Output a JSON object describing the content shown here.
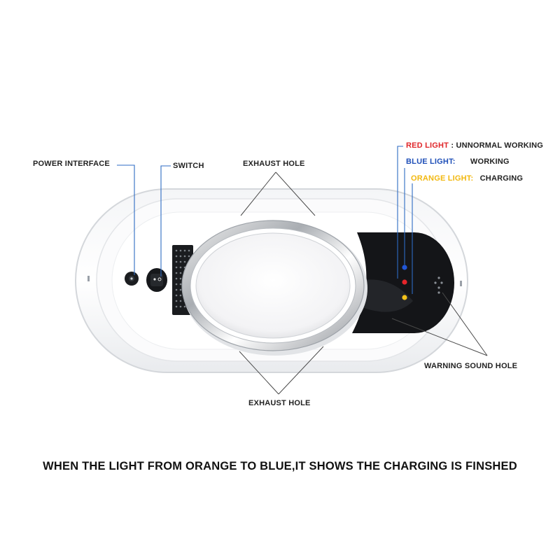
{
  "labels": {
    "power_interface": "POWER INTERFACE",
    "switch": "SWITCH",
    "exhaust_hole_top": "EXHAUST HOLE",
    "exhaust_hole_bottom": "EXHAUST HOLE",
    "warning_sound_hole": "WARNING SOUND HOLE"
  },
  "legend": {
    "items": [
      {
        "key": "RED LIGHT",
        "value": ": UNNORMAL WORKING",
        "color": "#e0262a"
      },
      {
        "key": "BLUE LIGHT:",
        "value": "WORKING",
        "color": "#1f4fb8"
      },
      {
        "key": "ORANGE LIGHT:",
        "value": "CHARGING",
        "color": "#f2b80f"
      }
    ]
  },
  "leader_line_color": "#2d6bc4",
  "caption": "WHEN THE LIGHT FROM ORANGE TO BLUE,IT SHOWS THE CHARGING IS FINSHED"
}
